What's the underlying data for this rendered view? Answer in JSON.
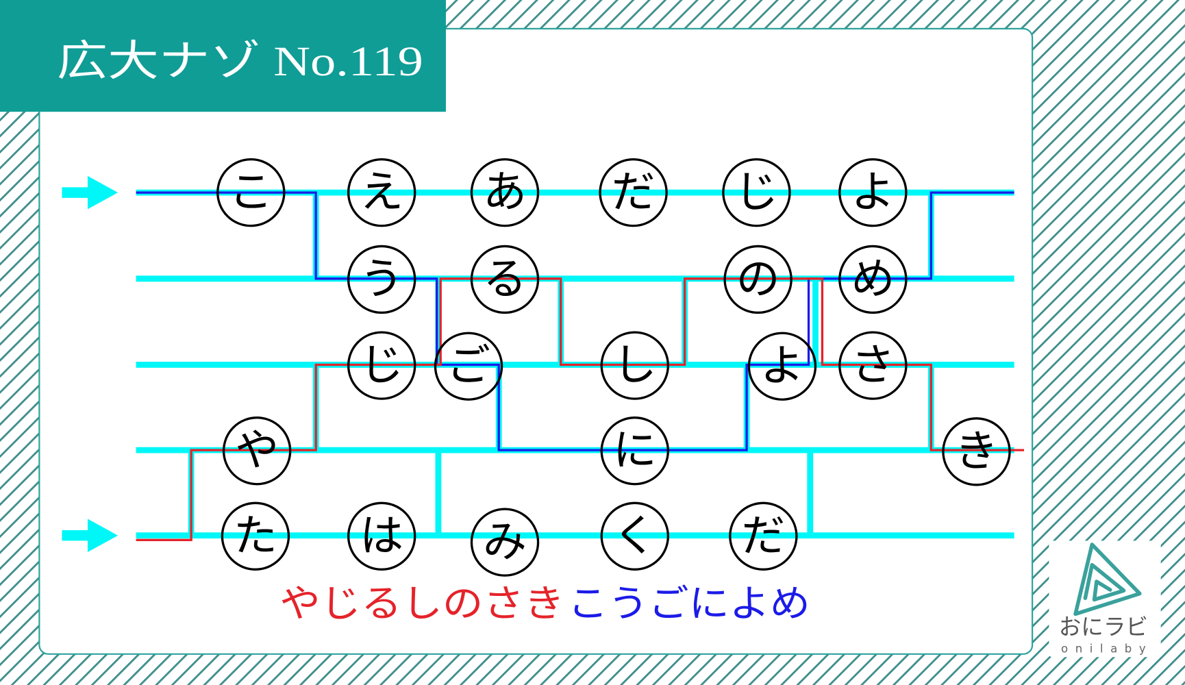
{
  "title": "広大ナゾ No.119",
  "puzzle": {
    "rows": [
      [
        "こ",
        "え",
        "あ",
        "だ",
        "じ",
        "よ"
      ],
      [
        "う",
        "る",
        "の",
        "め"
      ],
      [
        "じ",
        "ご",
        "し",
        "よ",
        "さ"
      ],
      [
        "や",
        "に",
        "き"
      ],
      [
        "た",
        "は",
        "み",
        "く",
        "だ"
      ]
    ]
  },
  "hint": {
    "red_text": "やじるしのさき",
    "blue_text": "こうごによめ"
  },
  "logo": {
    "name": "おにラビ",
    "romaji": "onilaby"
  },
  "icons": {
    "start_arrow": "arrow-right-icon",
    "logo_mark": "triangle-maze-logo-icon"
  },
  "colors": {
    "brand": "#0f9d96",
    "ladder": "#00f7f7",
    "red_path": "#e5232a",
    "blue_path": "#1b1be8",
    "stripe": "#3f8f8d",
    "panel_border": "#2ea39e",
    "logo_mark": "#3aa19c"
  }
}
